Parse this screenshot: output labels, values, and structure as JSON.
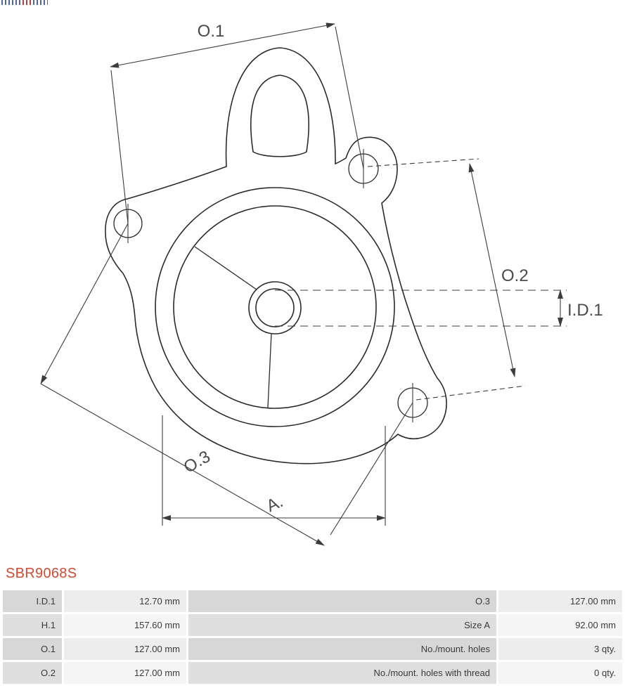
{
  "header": {
    "part_number": "SBR9068S"
  },
  "colors": {
    "part_number": "#e0462e",
    "table_label_bg": "#d9d9d9",
    "table_value_bg": "#efefef",
    "drawing_line": "#2a2a2a"
  },
  "diagram": {
    "dimension_labels": {
      "o1": "O.1",
      "o2": "O.2",
      "o3": "O.3",
      "id1": "I.D.1",
      "a": "A."
    }
  },
  "table": {
    "rows": [
      [
        "I.D.1",
        "12.70 mm",
        "O.3",
        "127.00 mm"
      ],
      [
        "H.1",
        "157.60 mm",
        "Size A",
        "92.00 mm"
      ],
      [
        "O.1",
        "127.00 mm",
        "No./mount. holes",
        "3 qty."
      ],
      [
        "O.2",
        "127.00 mm",
        "No./mount. holes with thread",
        "0 qty."
      ]
    ]
  }
}
